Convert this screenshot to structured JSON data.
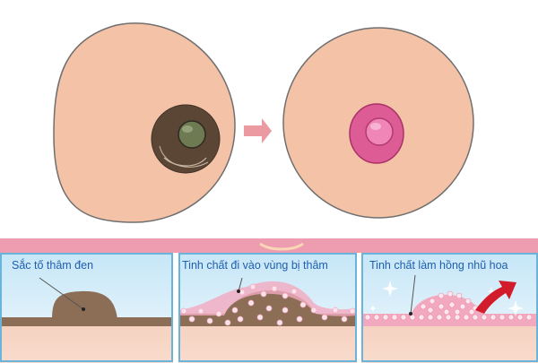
{
  "top_illustration": {
    "arrow": "right-arrow",
    "before_color": "#5b4636",
    "after_color": "#d9508d",
    "skin_color": "#f4c2a6",
    "outline_color": "#6f6f6f",
    "arrow_color": "#ea9aa0"
  },
  "bottom_panels": [
    {
      "label": "Sắc tố thâm đen"
    },
    {
      "label": "Tinh chất đi vào vùng bị thâm"
    },
    {
      "label": "Tinh chất làm hồng nhũ hoa"
    }
  ],
  "colors": {
    "strip": "#ee9cb0",
    "panel_border": "#6ab4db",
    "label_text": "#1f5fb0",
    "pigment": "#8c6e56",
    "essence_pink": "#f2a9bf",
    "red_arrow": "#d21c2c"
  }
}
